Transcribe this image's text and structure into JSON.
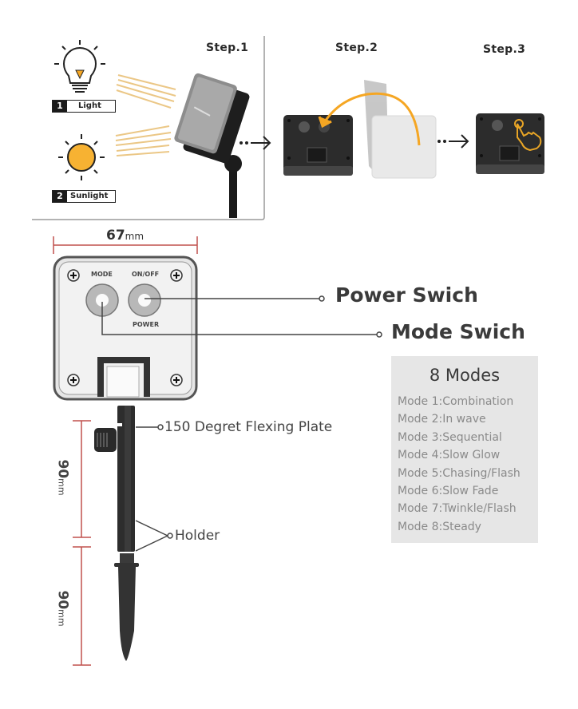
{
  "steps": {
    "step1": "Step.1",
    "step2": "Step.2",
    "step3": "Step.3"
  },
  "light_sources": [
    {
      "number": "1",
      "label": "Light",
      "icon": "light-bulb-icon"
    },
    {
      "number": "2",
      "label": "Sunlight",
      "icon": "sun-icon"
    }
  ],
  "controller": {
    "width_value": "67",
    "width_unit": "mm",
    "mode_label": "MODE",
    "onoff_label": "ON/OFF",
    "power_label": "POWER"
  },
  "callouts": {
    "power_switch": "Power Swich",
    "mode_switch": "Mode Swich",
    "flexing_plate": "150 Degret Flexing Plate",
    "holder": "Holder"
  },
  "stake_dimensions": [
    {
      "value": "90",
      "unit": "mm"
    },
    {
      "value": "90",
      "unit": "mm"
    }
  ],
  "modes": {
    "title": "8 Modes",
    "items": [
      "Mode 1:Combination",
      "Mode 2:In wave",
      "Mode 3:Sequential",
      "Mode 4:Slow Glow",
      "Mode 5:Chasing/Flash",
      "Mode 6:Slow Fade",
      "Mode 7:Twinkle/Flash",
      "Mode 8:Steady"
    ]
  },
  "colors": {
    "accent_orange": "#f5a623",
    "dimension_red": "#c0504d",
    "device_dark": "#2b2b2b",
    "modes_bg": "#e6e6e6"
  }
}
